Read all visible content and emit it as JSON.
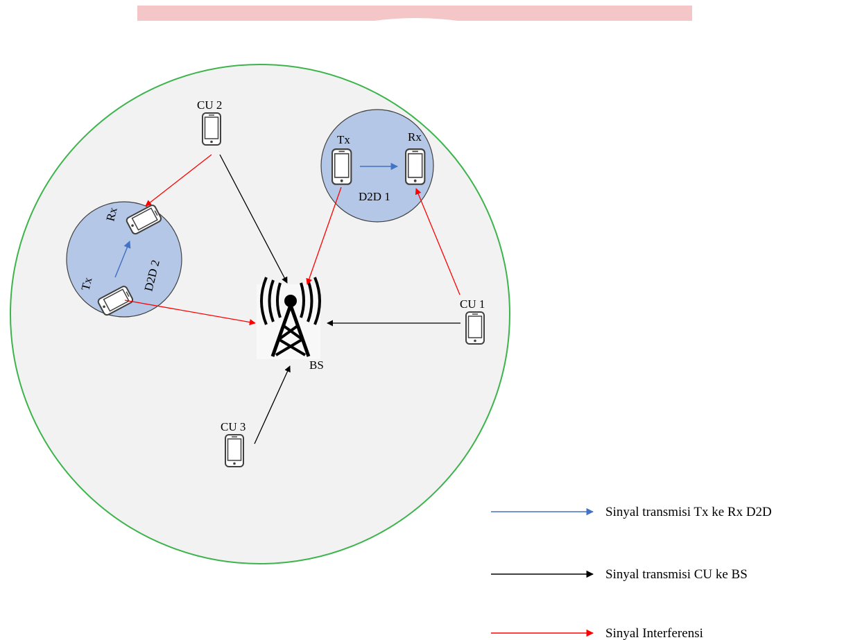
{
  "colors": {
    "header_band": "#f4c6c8",
    "cell_fill": "#f2f2f2",
    "cell_border": "#3cb44b",
    "cluster_fill": "#b4c7e7",
    "cluster_border": "#404040",
    "d2d_signal": "#4472c4",
    "cu_signal": "#000000",
    "interference": "#ff0000",
    "phone_stroke": "#404040"
  },
  "base_station": {
    "label": "BS",
    "icon": "cell-tower-icon"
  },
  "cellular_users": [
    {
      "id": "cu1",
      "label": "CU 1",
      "icon": "smartphone-icon"
    },
    {
      "id": "cu2",
      "label": "CU 2",
      "icon": "smartphone-icon"
    },
    {
      "id": "cu3",
      "label": "CU 3",
      "icon": "smartphone-icon"
    }
  ],
  "d2d_pairs": [
    {
      "id": "d2d1",
      "label": "D2D 1",
      "tx_label": "Tx",
      "rx_label": "Rx"
    },
    {
      "id": "d2d2",
      "label": "D2D 2",
      "tx_label": "Tx",
      "rx_label": "Rx"
    }
  ],
  "legend": [
    {
      "key": "d2d_signal",
      "text": "Sinyal transmisi Tx ke Rx D2D"
    },
    {
      "key": "cu_signal",
      "text": "Sinyal transmisi CU ke BS"
    },
    {
      "key": "interference",
      "text": "Sinyal Interferensi"
    }
  ]
}
